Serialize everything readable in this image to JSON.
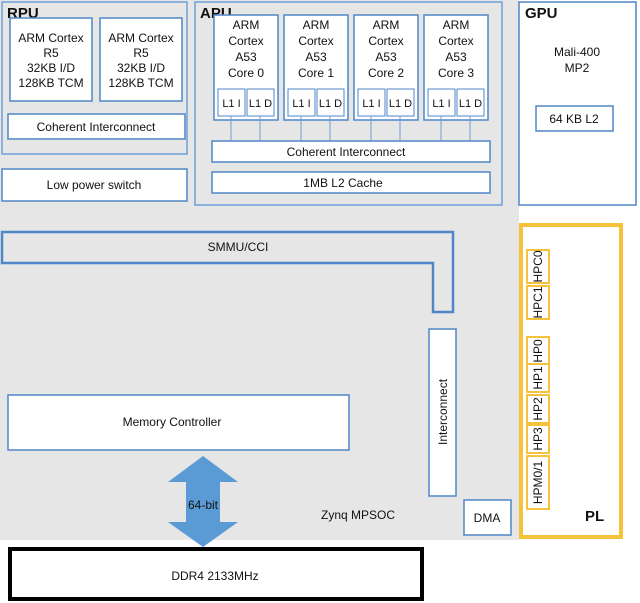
{
  "colors": {
    "soc_bg": "#e6e6e6",
    "block_stroke": "#4f86c6",
    "line": "#6f9fd8",
    "pl_stroke": "#f6c13b",
    "ddr_stroke": "#000000",
    "arrow_fill": "#5b9bd5"
  },
  "rpu": {
    "title": "RPU",
    "cores": [
      [
        "ARM Cortex",
        "R5",
        "32KB I/D",
        "128KB TCM"
      ],
      [
        "ARM Cortex",
        "R5",
        "32KB I/D",
        "128KB TCM"
      ]
    ],
    "interconnect": "Coherent Interconnect"
  },
  "apu": {
    "title": "APU",
    "cores": [
      [
        "ARM",
        "Cortex",
        "A53",
        "Core 0"
      ],
      [
        "ARM",
        "Cortex",
        "A53",
        "Core 1"
      ],
      [
        "ARM",
        "Cortex",
        "A53",
        "Core 2"
      ],
      [
        "ARM",
        "Cortex",
        "A53",
        "Core 3"
      ]
    ],
    "cache_i": "L1 I",
    "cache_d": "L1 D",
    "interconnect": "Coherent Interconnect",
    "l2": "1MB L2 Cache"
  },
  "gpu": {
    "title": "GPU",
    "name_line1": "Mali-400",
    "name_line2": "MP2",
    "cache": "64 KB L2"
  },
  "low_power_switch": "Low power switch",
  "smmu": "SMMU/CCI",
  "memory_controller": "Memory Controller",
  "interconnect_vertical": "Interconnect",
  "bus_width": "64-bit",
  "soc_name": "Zynq MPSOC",
  "dma": "DMA",
  "pl": {
    "title": "PL",
    "ports": [
      "HPC0",
      "HPC1",
      "HP0",
      "HP1",
      "HP2",
      "HP3",
      "HPM0/1"
    ]
  },
  "ddr": "DDR4 2133MHz"
}
